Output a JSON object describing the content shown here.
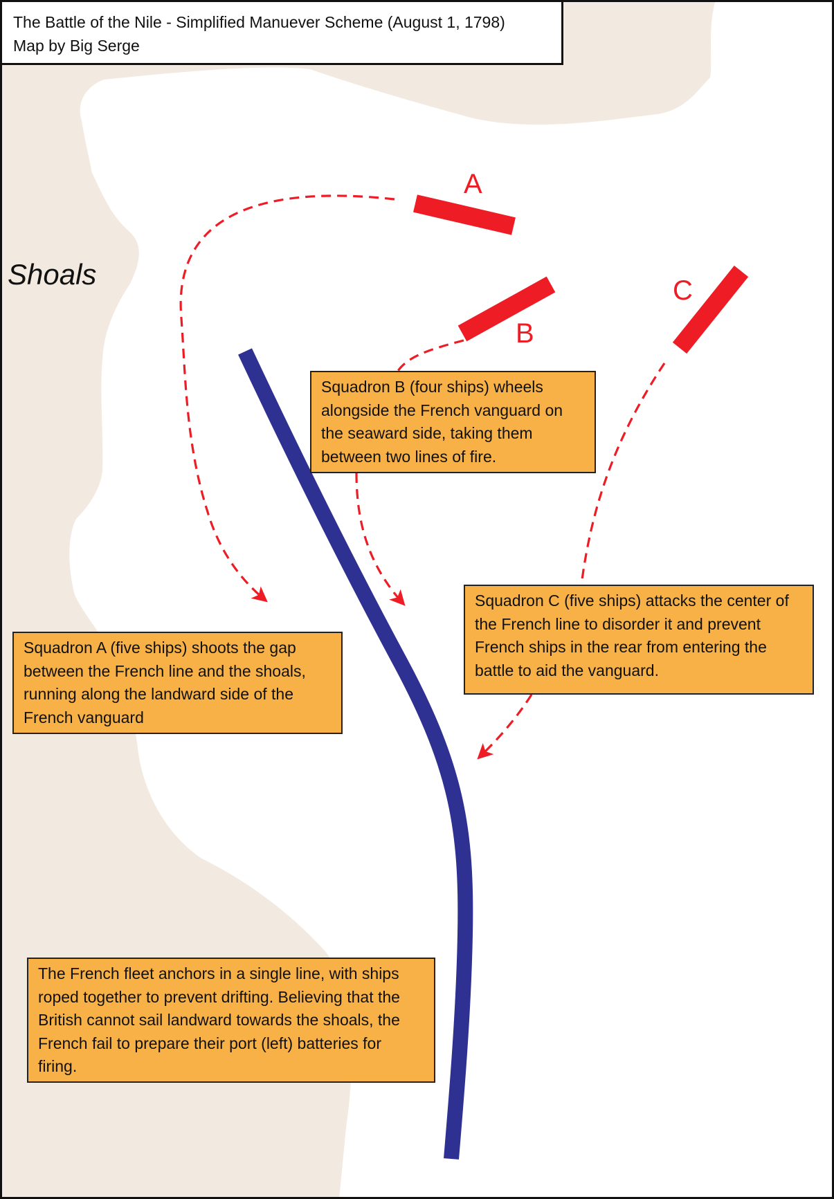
{
  "title": {
    "line1": "The Battle of the Nile - Simplified Manuever Scheme (August 1, 1798)",
    "line2": "Map by Big Serge"
  },
  "labels": {
    "shoals": "Shoals",
    "squadron_a": "A",
    "squadron_b": "B",
    "squadron_c": "C"
  },
  "notes": {
    "squadron_b": "Squadron B (four ships) wheels alongside the French vanguard on the seaward side, taking them between two lines of fire.",
    "squadron_c": "Squadron C (five ships) attacks the center of the French line to disorder it and prevent French ships in the rear from entering the battle to aid the vanguard.",
    "squadron_a": "Squadron A (five ships) shoots the gap between the French line and the shoals, running along the landward side of the French vanguard",
    "french_fleet": "The French fleet anchors in a single line, with ships roped together to prevent drifting. Believing that the British cannot sail landward towards the shoals, the French fail to prepare their port (left) batteries for firing."
  },
  "colors": {
    "land": "#f2e9e0",
    "sea": "#ffffff",
    "british": "#ee1c24",
    "french": "#2e3192",
    "note_fill": "#f8b146",
    "border": "#111111"
  }
}
